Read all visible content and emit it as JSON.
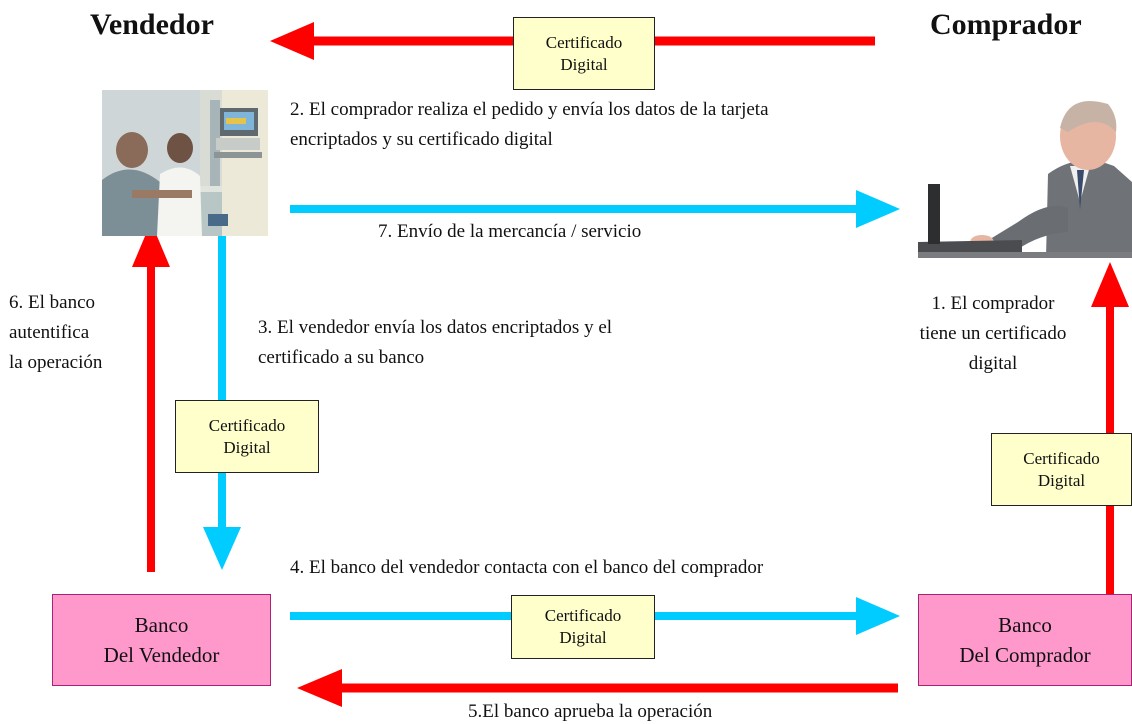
{
  "titles": {
    "vendor": "Vendedor",
    "buyer": "Comprador"
  },
  "certificate": {
    "line1": "Certificado",
    "line2": "Digital"
  },
  "steps": {
    "step1": [
      "1. El comprador",
      "tiene un certificado",
      "digital"
    ],
    "step2": [
      "2. El comprador realiza el pedido y envía los datos de la tarjeta",
      "encriptados y su certificado digital"
    ],
    "step3": [
      "3. El vendedor envía los datos encriptados y el",
      "certificado a su banco"
    ],
    "step4": "4. El banco del vendedor contacta con el banco del comprador",
    "step5": "5.El banco aprueba la operación",
    "step6": [
      "6. El banco",
      "autentifica",
      "la operación"
    ],
    "step7": "7. Envío de la mercancía / servicio"
  },
  "banks": {
    "vendor": [
      "Banco",
      "Del Vendedor"
    ],
    "buyer": [
      "Banco",
      "Del Comprador"
    ]
  },
  "colors": {
    "red_arrow": "#ff0000",
    "blue_arrow": "#00ccff",
    "cert_fill": "#ffffcc",
    "bank_fill": "#ff99cc"
  },
  "images": {
    "vendor_photo": "vendor-counter-photo",
    "buyer_photo": "buyer-at-laptop-photo"
  }
}
